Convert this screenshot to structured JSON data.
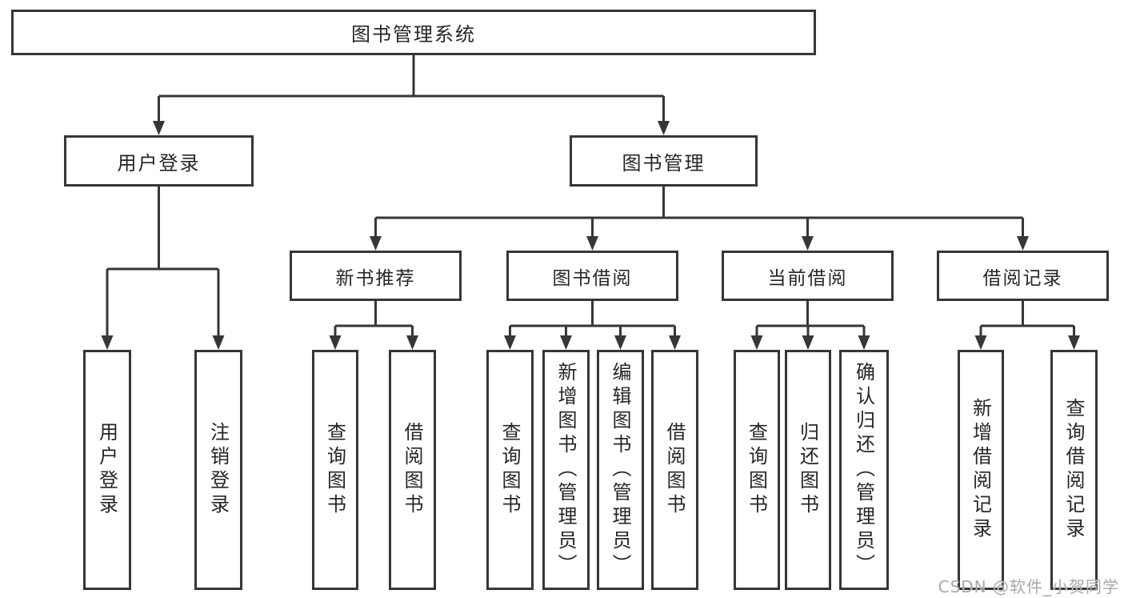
{
  "tree": {
    "root": {
      "label": "图书管理系统"
    },
    "branches": [
      {
        "label": "用户登录",
        "leaves": [
          {
            "label": "用户登录"
          },
          {
            "label": "注销登录"
          }
        ]
      },
      {
        "label": "图书管理",
        "groups": [
          {
            "label": "新书推荐",
            "leaves": [
              {
                "label": "查询图书"
              },
              {
                "label": "借阅图书"
              }
            ]
          },
          {
            "label": "图书借阅",
            "leaves": [
              {
                "label": "查询图书"
              },
              {
                "label": "新增图书（管理员）"
              },
              {
                "label": "编辑图书（管理员）"
              },
              {
                "label": "借阅图书"
              }
            ]
          },
          {
            "label": "当前借阅",
            "leaves": [
              {
                "label": "查询图书"
              },
              {
                "label": "归还图书"
              },
              {
                "label": "确认归还（管理员）"
              }
            ]
          },
          {
            "label": "借阅记录",
            "leaves": [
              {
                "label": "新增借阅记录"
              },
              {
                "label": "查询借阅记录"
              }
            ]
          }
        ]
      }
    ]
  },
  "watermark": {
    "text": "CSDN @软件_小贺同学"
  },
  "colors": {
    "line": "#363636",
    "text": "#262626",
    "background": "#ffffff",
    "box_background": "#ffffff",
    "watermark": "#a8a8a8"
  }
}
